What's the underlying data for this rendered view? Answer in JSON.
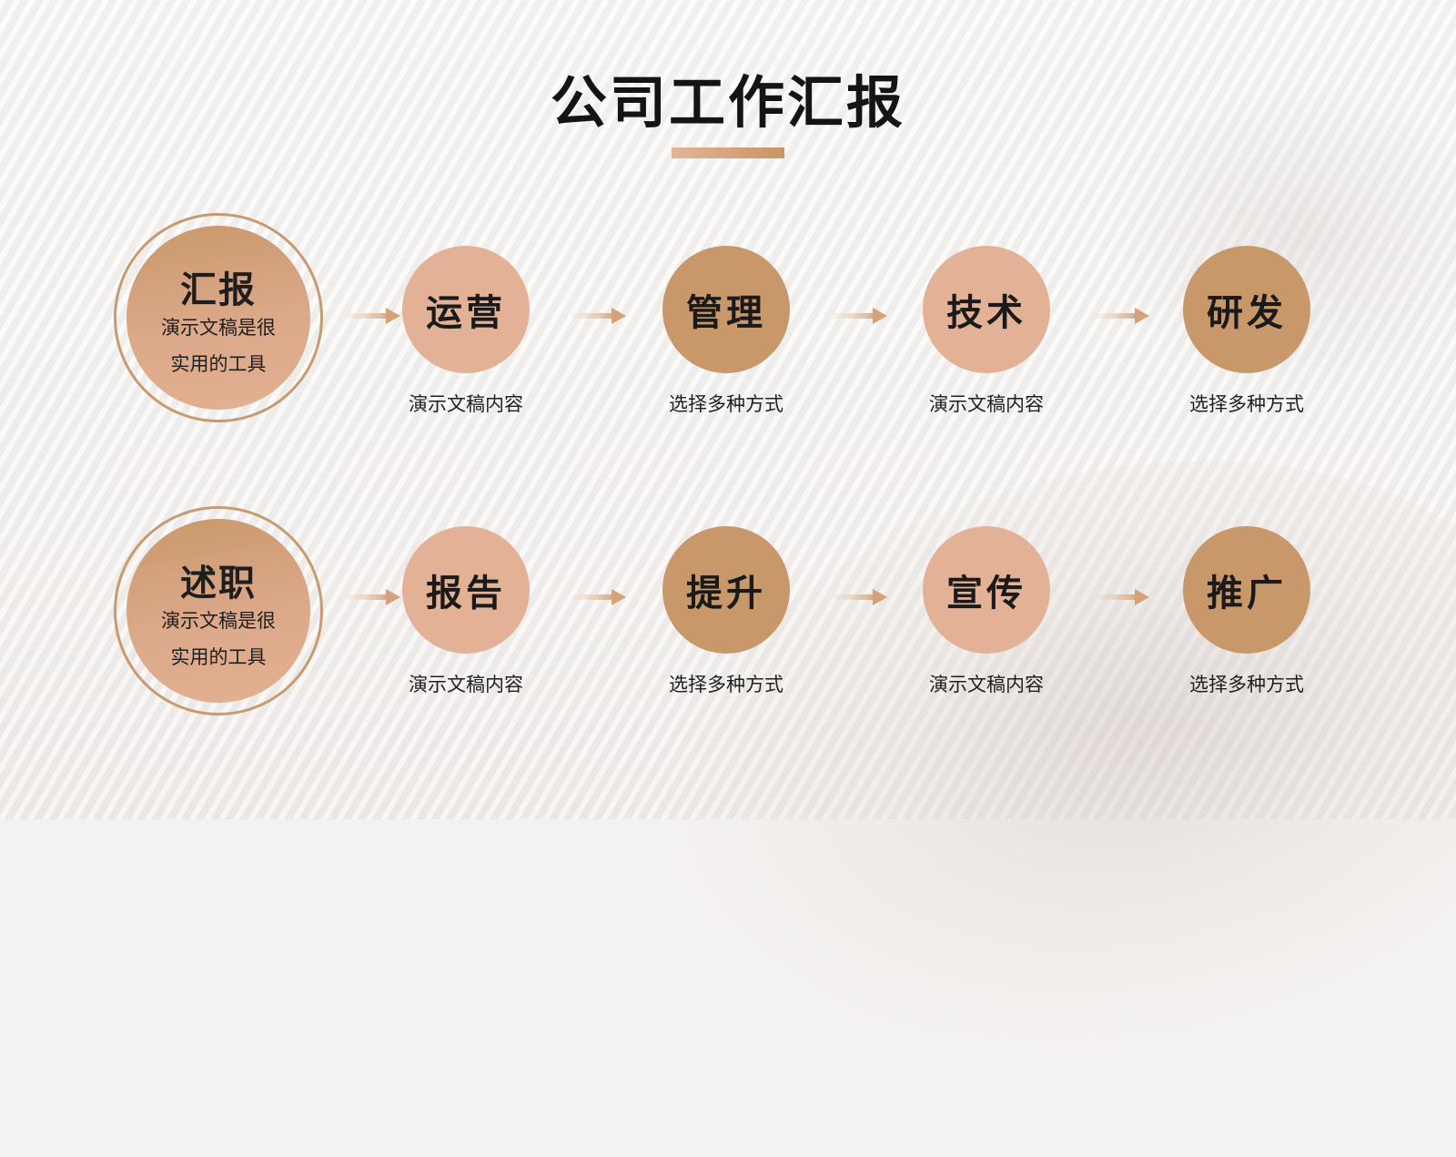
{
  "title": "公司工作汇报",
  "colors": {
    "accent_light": "#e2b196",
    "accent_dark": "#c8976a",
    "ring": "#c89a70",
    "text": "#141414"
  },
  "rows": [
    {
      "hub": {
        "title": "汇报",
        "desc_line1": "演示文稿是很",
        "desc_line2": "实用的工具"
      },
      "nodes": [
        {
          "label": "运营",
          "desc": "演示文稿内容",
          "tone": "light"
        },
        {
          "label": "管理",
          "desc": "选择多种方式",
          "tone": "dark"
        },
        {
          "label": "技术",
          "desc": "演示文稿内容",
          "tone": "light"
        },
        {
          "label": "研发",
          "desc": "选择多种方式",
          "tone": "dark"
        }
      ]
    },
    {
      "hub": {
        "title": "述职",
        "desc_line1": "演示文稿是很",
        "desc_line2": "实用的工具"
      },
      "nodes": [
        {
          "label": "报告",
          "desc": "演示文稿内容",
          "tone": "light"
        },
        {
          "label": "提升",
          "desc": "选择多种方式",
          "tone": "dark"
        },
        {
          "label": "宣传",
          "desc": "演示文稿内容",
          "tone": "light"
        },
        {
          "label": "推广",
          "desc": "选择多种方式",
          "tone": "dark"
        }
      ]
    }
  ]
}
